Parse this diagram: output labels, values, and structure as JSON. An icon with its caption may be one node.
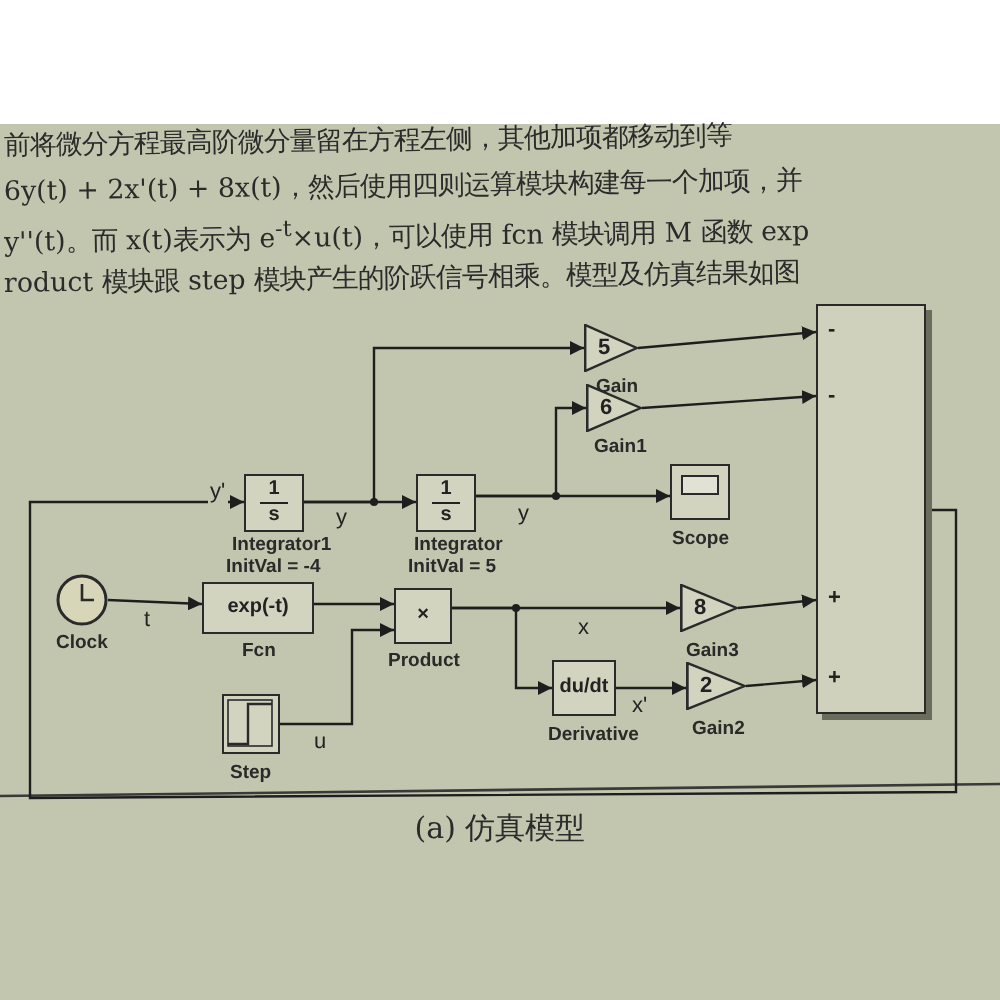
{
  "diagram": {
    "caption": "(a) 仿真模型",
    "nodes": [
      {
        "text": [],
        "shape": "box"
      },
      {
        "text": [
          "1",
          "s"
        ],
        "beside": [
          "Integrator1",
          "InitVal = -4"
        ]
      },
      {
        "text": [
          "1",
          "s"
        ],
        "beside": [
          "Integrator",
          "InitVal = 5"
        ]
      },
      {
        "text": [
          "5"
        ],
        "beside": [
          "Gain"
        ]
      },
      {
        "text": [
          "6"
        ],
        "beside": [
          "Gain1"
        ]
      },
      {
        "text": [],
        "shape": "box",
        "beside": [
          "Scope"
        ]
      },
      {
        "text": [],
        "shape": "circle",
        "beside": [
          "Clock"
        ]
      },
      {
        "text": [
          "exp(-t)"
        ],
        "beside": [
          "Fcn"
        ]
      },
      {
        "text": [
          "×"
        ],
        "beside": [
          "Product"
        ]
      },
      {
        "text": [],
        "shape": "box",
        "beside": [
          "Step"
        ]
      },
      {
        "text": [
          "8"
        ],
        "beside": [
          "Gain3"
        ]
      },
      {
        "text": [
          "du/dt"
        ],
        "beside": [
          "Derivative"
        ]
      },
      {
        "text": [
          "2"
        ],
        "beside": [
          "Gain2"
        ]
      }
    ],
    "edges": [
      {
        "from": 0,
        "to": 1,
        "arrow": "to",
        "label": "y'"
      },
      {
        "from": 1,
        "to": 2,
        "arrow": "to",
        "label": "y"
      },
      {
        "from": 1,
        "to": 3,
        "arrow": "to"
      },
      {
        "from": 2,
        "to": 5,
        "arrow": "to",
        "label": "y"
      },
      {
        "from": 2,
        "to": 4,
        "arrow": "to"
      },
      {
        "from": 3,
        "to": 0,
        "arrow": "to"
      },
      {
        "from": 4,
        "to": 0,
        "arrow": "to"
      },
      {
        "from": 10,
        "to": 0,
        "arrow": "to"
      },
      {
        "from": 12,
        "to": 0,
        "arrow": "to"
      },
      {
        "from": 6,
        "to": 7,
        "arrow": "to",
        "label": "t"
      },
      {
        "from": 7,
        "to": 8,
        "arrow": "to"
      },
      {
        "from": 9,
        "to": 8,
        "arrow": "to",
        "label": "u"
      },
      {
        "from": 8,
        "to": 10,
        "arrow": "to",
        "label": "x"
      },
      {
        "from": 8,
        "to": 11,
        "arrow": "to"
      },
      {
        "from": 11,
        "to": 12,
        "arrow": "to",
        "label": "x'"
      }
    ],
    "labels": [
      "前将微分方程最高阶微分量留在方程左侧，其他加项都移动到等",
      "6y(t) + 2x'(t) + 8x(t)，然后使用四则运算模块构建每一个加项，并",
      "y''(t)。而 x(t)表示为 e$^{-t}$×u(t)，可以使用 fcn 模块调用 M 函数 exp",
      "roduct 模块跟 step 模块产生的阶跃信号相乘。模型及仿真结果如图",
      "-",
      "-",
      "+",
      "+"
    ]
  }
}
